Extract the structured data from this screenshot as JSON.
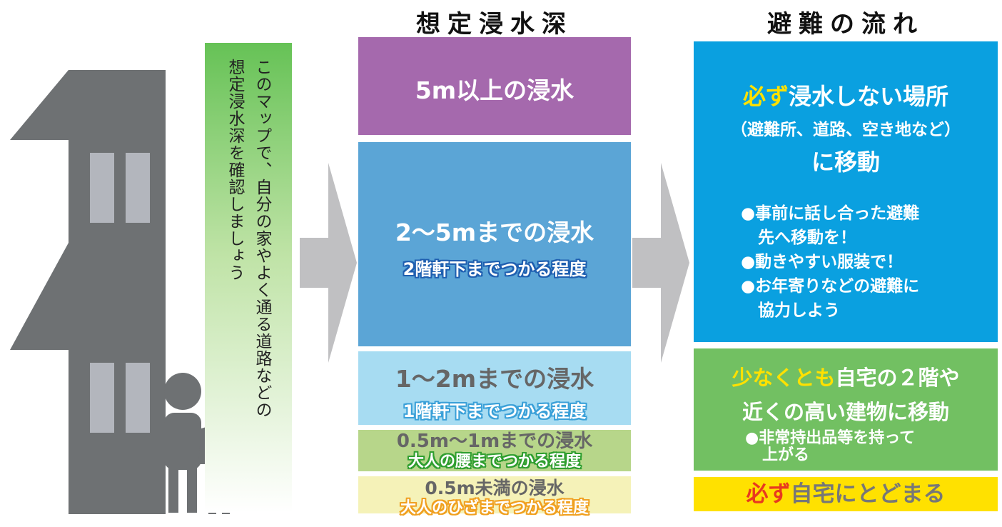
{
  "headers": {
    "depth_title": "想定浸水深",
    "flow_title": "避難の流れ"
  },
  "side_note": {
    "line1": "このマップで、自分の家やよく通る道路などの",
    "line2": "想定浸水深を確認しましょう"
  },
  "depths": [
    {
      "label": "5m以上の浸水",
      "sub": "",
      "color": "#a569ad"
    },
    {
      "label": "2～5mまでの浸水",
      "sub": "2階軒下までつかる程度",
      "color": "#5ba5d6"
    },
    {
      "label": "1～2mまでの浸水",
      "sub": "1階軒下までつかる程度",
      "color": "#a7dcf2"
    },
    {
      "label": "0.5m～1mまでの浸水",
      "sub": "大人の腰までつかる程度",
      "color": "#b7d68a"
    },
    {
      "label": "0.5m未満の浸水",
      "sub": "大人のひざまでつかる程度",
      "color": "#f5f2b8"
    }
  ],
  "flow": {
    "blue": {
      "emph": "必ず",
      "title_rest": "浸水しない場所",
      "paren": "（避難所、道路、空き地など）",
      "move": "に移動",
      "bullets": [
        {
          "line1": "●事前に話し合った避難",
          "line2": "先へ移動を！"
        },
        {
          "line1": "●動きやすい服装で！",
          "line2": ""
        },
        {
          "line1": "●お年寄りなどの避難に",
          "line2": "協力しよう"
        }
      ],
      "color": "#0aa0e0"
    },
    "green": {
      "emph": "少なくとも",
      "rest": "自宅の２階や",
      "line2": "近くの高い建物に移動",
      "bullet1": "●非常持出品等を持って",
      "bullet2": "上がる",
      "color": "#72c062"
    },
    "yellow": {
      "emph": "必ず",
      "rest": "自宅にとどまる",
      "color": "#ffe100"
    }
  },
  "colors": {
    "house": "#6e7173",
    "window": "#b3b6bd",
    "arrow": "#c0c0c2",
    "accent_yellow": "#ffe100",
    "accent_red": "#e8391f"
  }
}
